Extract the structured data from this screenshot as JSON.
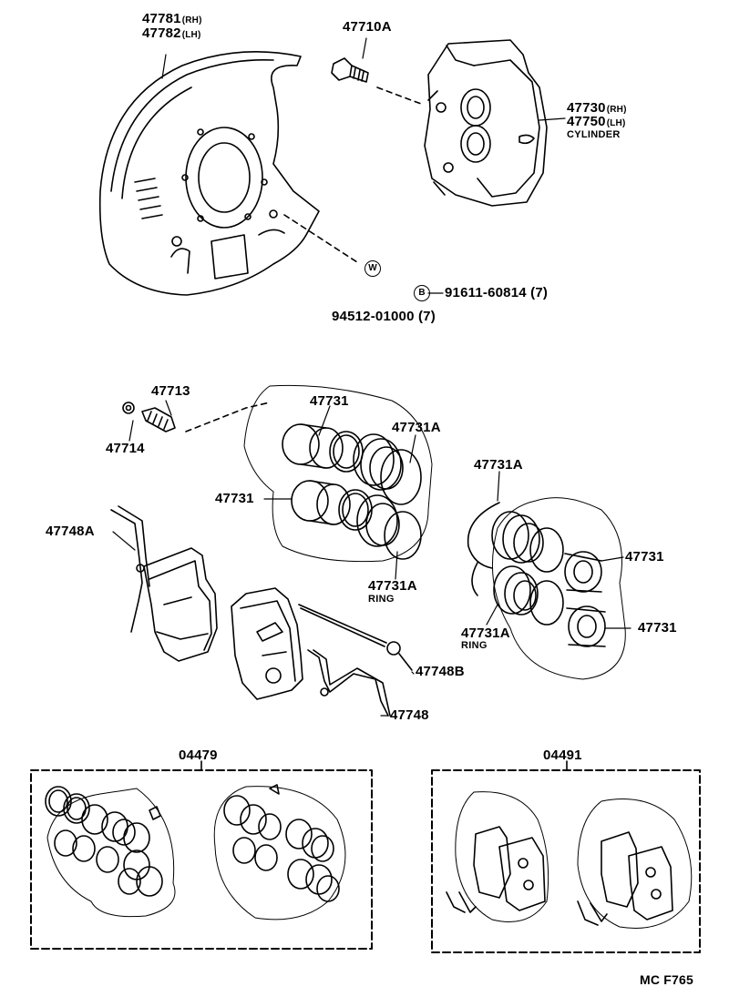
{
  "labels": {
    "p47781": "47781",
    "rh1": "(RH)",
    "p47782": "47782",
    "lh1": "(LH)",
    "p47710A": "47710A",
    "p47730": "47730",
    "rh2": "(RH)",
    "p47750": "47750",
    "lh2": "(LH)",
    "cylinder": "CYLINDER",
    "w_symbol": "W",
    "b_symbol": "B",
    "p91611": "91611-60814 (7)",
    "p94512": "94512-01000 (7)",
    "p47713": "47713",
    "p47714": "47714",
    "p47731_a": "47731",
    "p47731_b": "47731",
    "p47731_c": "47731",
    "p47731_d": "47731",
    "p47731A_a": "47731A",
    "p47731A_b": "47731A",
    "p47731A_c": "47731A",
    "ring1": "RING",
    "p47731A_d": "47731A",
    "ring2": "RING",
    "p47748A": "47748A",
    "p47748B": "47748B",
    "p47748": "47748",
    "kit04479": "04479",
    "kit04491": "04491",
    "figure_code": "MC F765"
  },
  "colors": {
    "ink": "#000000",
    "paper": "#ffffff"
  }
}
